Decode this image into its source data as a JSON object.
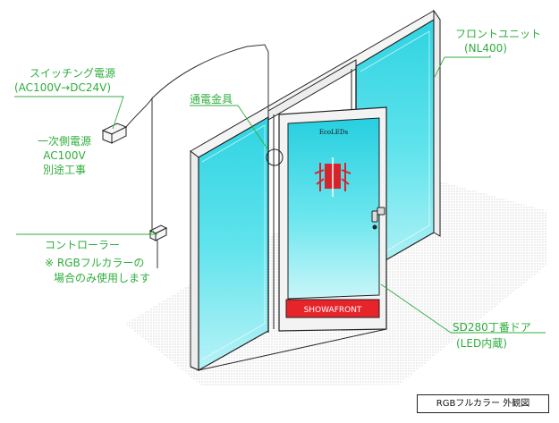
{
  "labels": {
    "front_unit": "フロントユニット",
    "front_unit_model": "(NL400)",
    "switching_power": "スイッチング電源",
    "power_spec": "(AC100V→DC24V)",
    "feed_fitting": "通電金具",
    "primary_power": "一次側電源",
    "primary_voltage": "AC100V",
    "separate_work": "別途工事",
    "controller": "コントローラー",
    "note_line1": "※ RGBフルカラーの",
    "note_line2": "場合のみ使用します",
    "door_name": "SD280丁番ドア",
    "door_led": "(LED内蔵)"
  },
  "door": {
    "brand": "EcoLEDs",
    "plate": "SHOWAFRONT"
  },
  "caption": "RGBフルカラー 外観図",
  "colors": {
    "label_green": "#2fae3c",
    "glass_cyan": "#3fd9e6",
    "plate_red": "#e8242b",
    "frame": "#222222"
  }
}
